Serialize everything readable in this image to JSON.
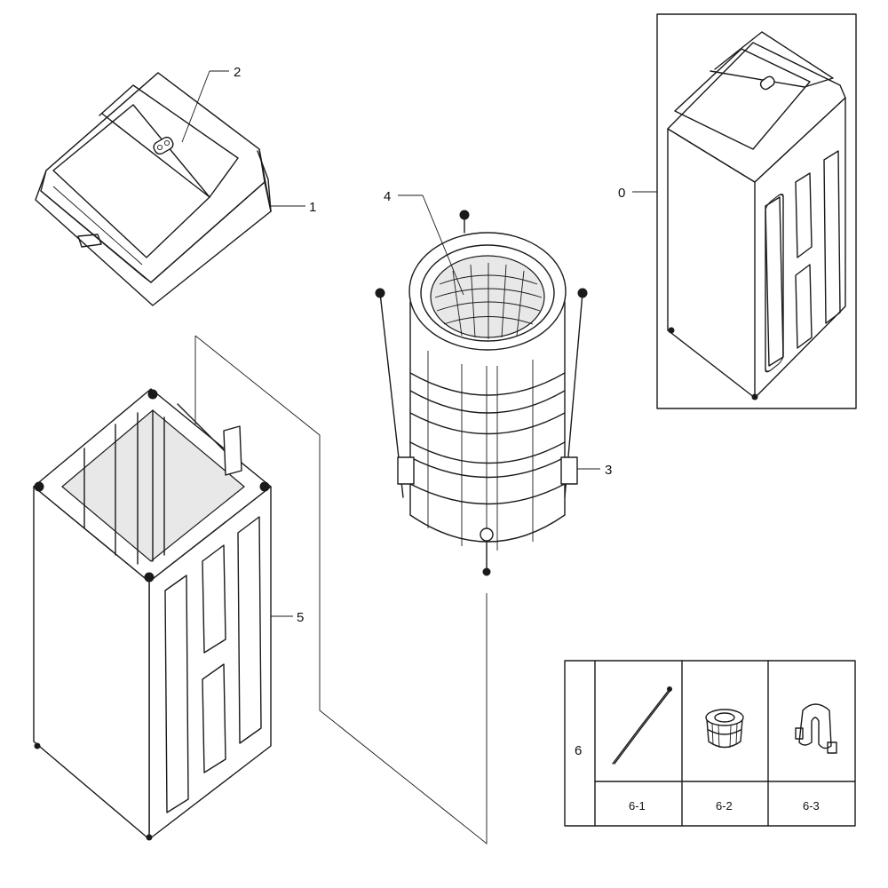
{
  "labels": {
    "p0": "0",
    "p1": "1",
    "p2": "2",
    "p3": "3",
    "p4": "4",
    "p5": "5",
    "p6": "6",
    "p6_1": "6-1",
    "p6_2": "6-2",
    "p6_3": "6-3"
  },
  "colors": {
    "line": "#1a1a1a",
    "background": "#ffffff"
  }
}
